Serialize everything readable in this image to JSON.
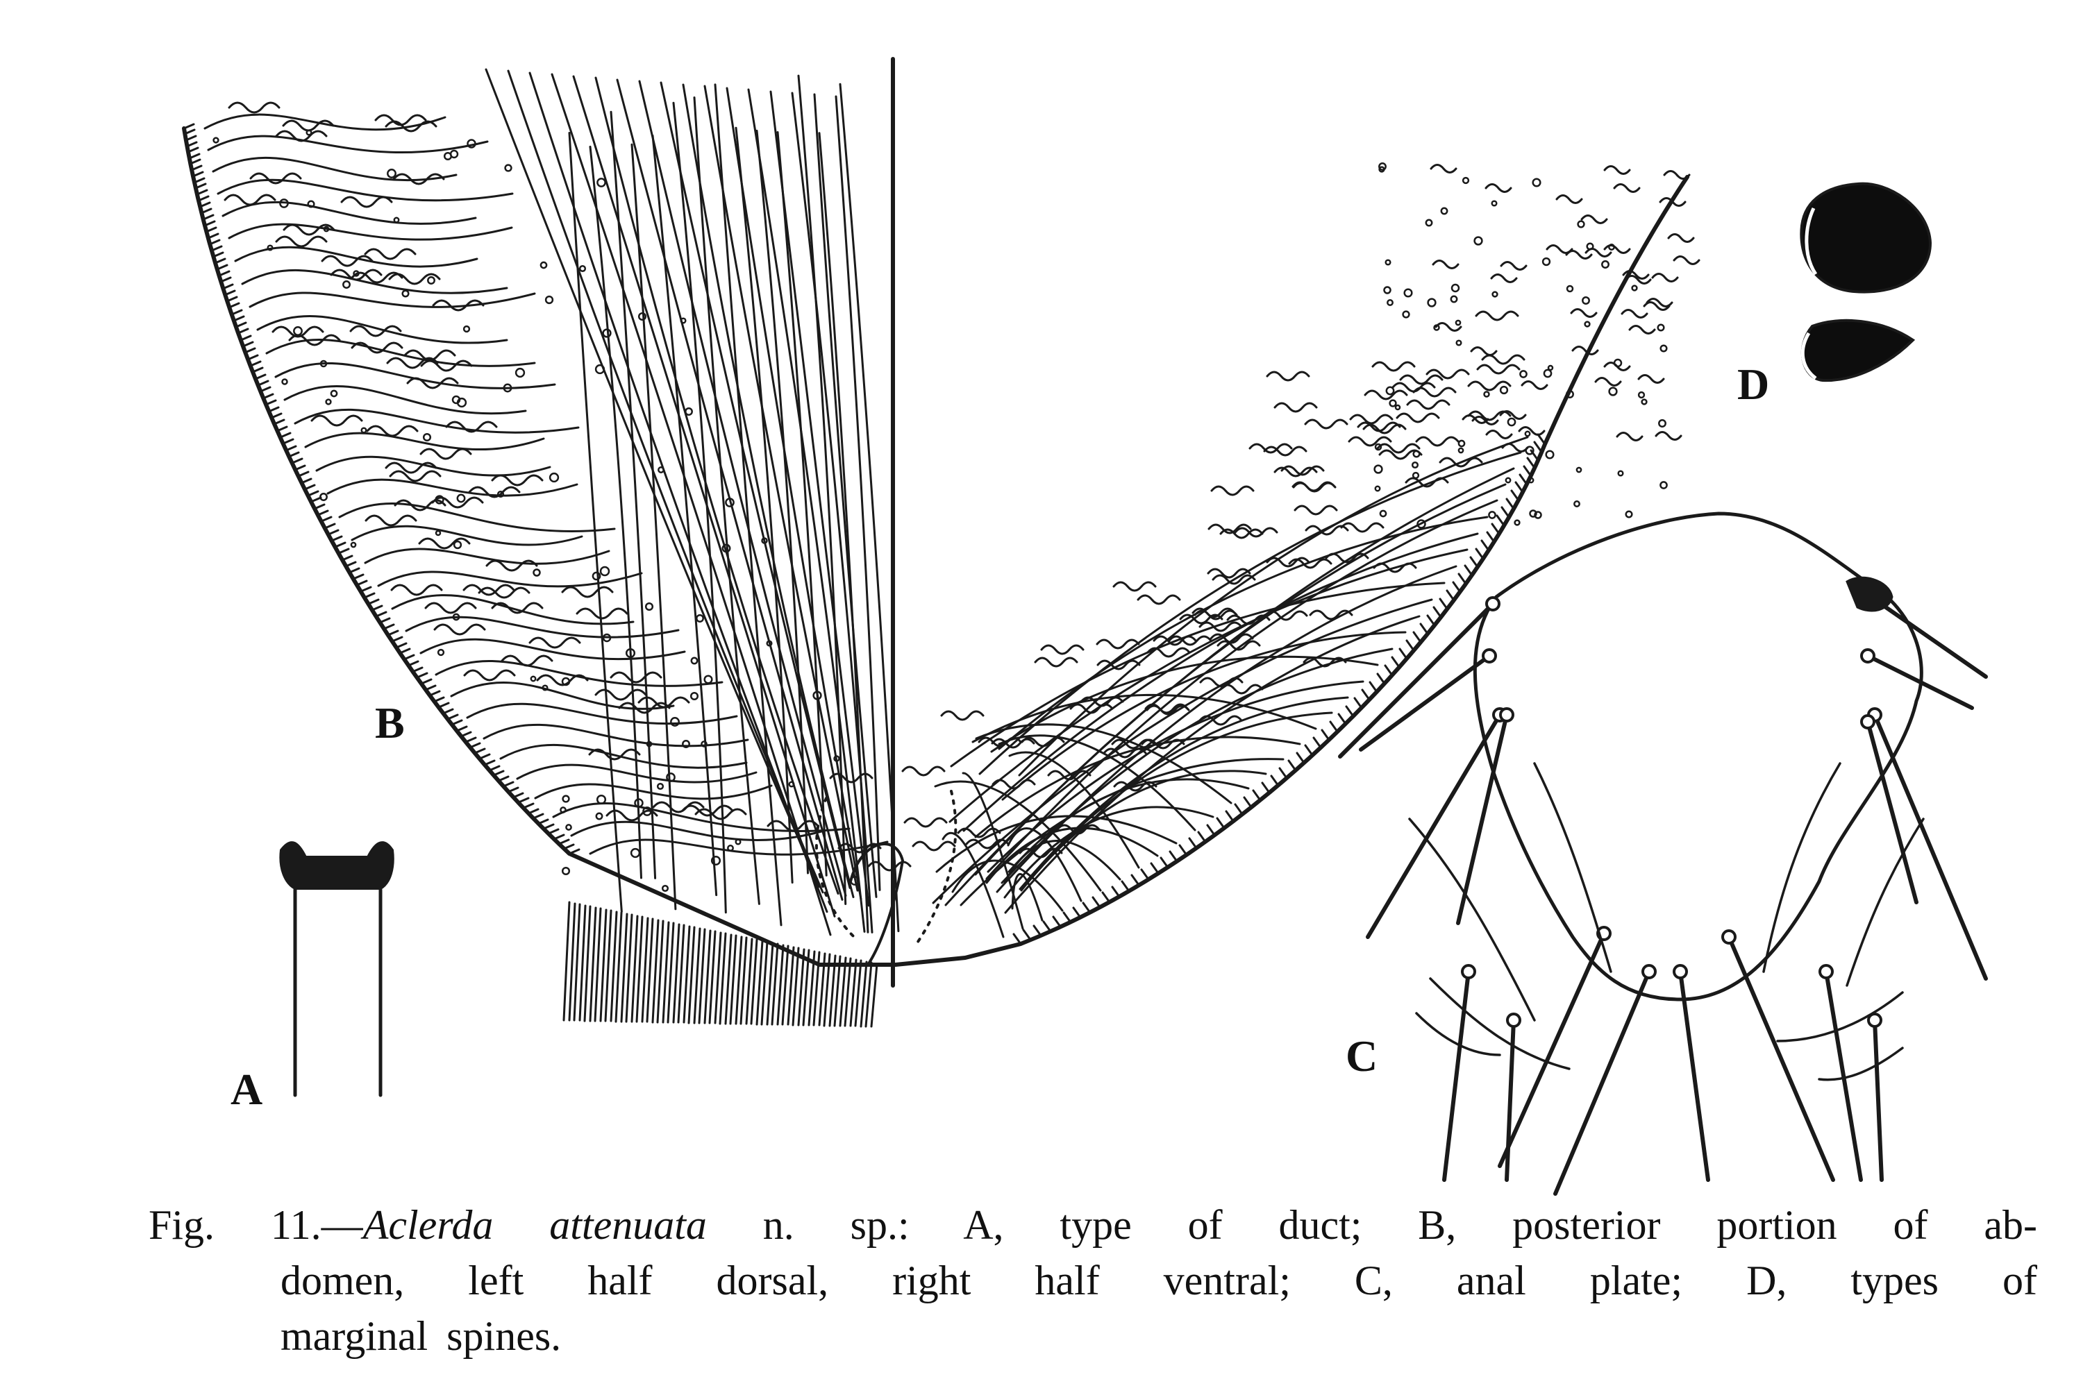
{
  "panels": {
    "a": "A",
    "b": "B",
    "c": "C",
    "d": "D"
  },
  "caption": {
    "fig_number": "Fig. 11.—",
    "species": "Aclerda attenuata",
    "line1_rest": " n. sp.: A, type of duct; B, posterior portion of ab-",
    "line2": "domen, left half dorsal, right half ventral; C, anal plate; D, types of",
    "line3": "marginal spines."
  }
}
